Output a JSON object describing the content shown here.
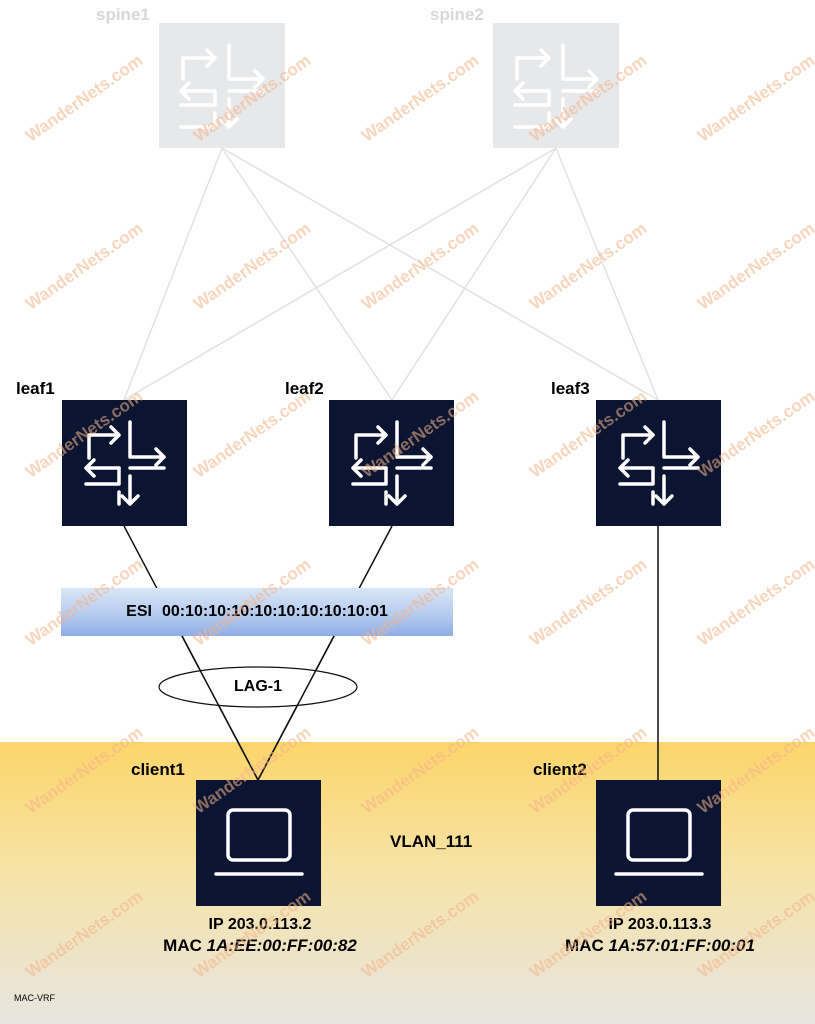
{
  "colors": {
    "device_fill": "#0b1430",
    "device_faded": "#e7e8ea",
    "vlan_zone": "#fcd56a",
    "esi_bar": "#b9cef0",
    "watermark": "#f5b48a"
  },
  "icons": {
    "router": "router-arrows-icon",
    "laptop": "laptop-icon"
  },
  "spines": [
    {
      "label": "spine1"
    },
    {
      "label": "spine2"
    }
  ],
  "leaves": [
    {
      "label": "leaf1"
    },
    {
      "label": "leaf2"
    },
    {
      "label": "leaf3"
    }
  ],
  "esi": {
    "prefix": "ESI",
    "value": "00:10:10:10:10:10:10:10:10:01"
  },
  "lag": {
    "label": "LAG-1"
  },
  "vlan": {
    "label": "VLAN_111"
  },
  "clients": [
    {
      "label": "client1",
      "ip_prefix": "IP",
      "ip": "203.0.113.2",
      "mac_prefix": "MAC",
      "mac": "1A:EE:00:FF:00:82"
    },
    {
      "label": "client2",
      "ip_prefix": "IP",
      "ip": "203.0.113.3",
      "mac_prefix": "MAC",
      "mac": "1A:57:01:FF:00:01"
    }
  ],
  "footnote": "MAC-VRF",
  "watermark": "WanderNets.com"
}
